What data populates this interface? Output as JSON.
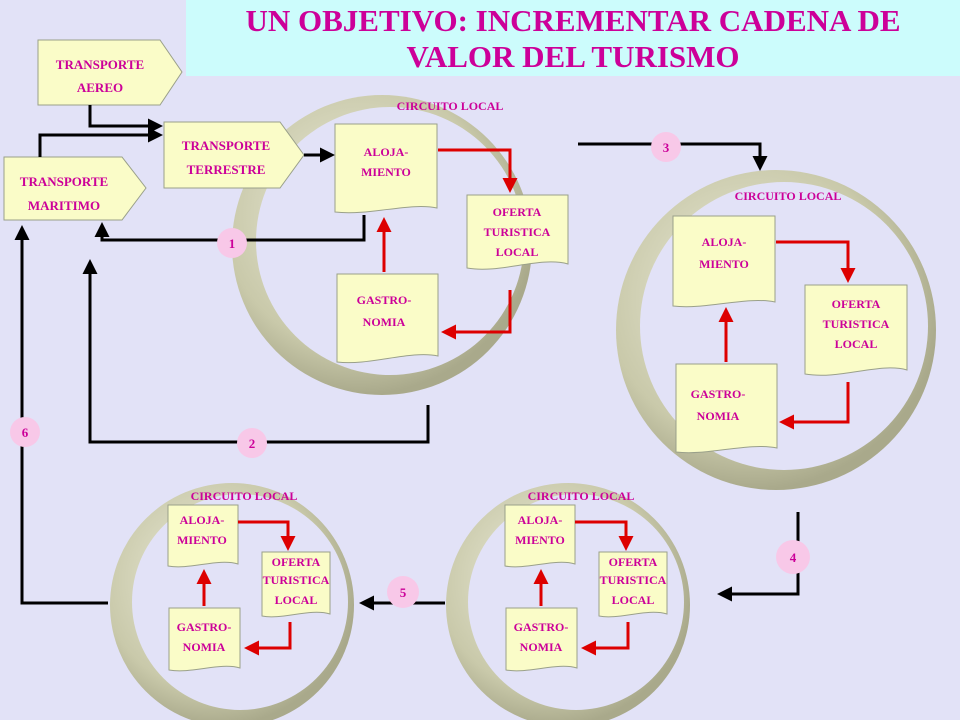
{
  "title": {
    "line1": "UN OBJETIVO: INCREMENTAR CADENA DE",
    "line2": "VALOR DEL TURISMO"
  },
  "transport": {
    "aereo": [
      "TRANSPORTE",
      "AEREO"
    ],
    "terrestre": [
      "TRANSPORTE",
      "TERRESTRE"
    ],
    "maritimo": [
      "TRANSPORTE",
      "MARITIMO"
    ]
  },
  "circuits": [
    {
      "label": "CIRCUITO LOCAL",
      "aloj": [
        "ALOJA-",
        "MIENTO"
      ],
      "oferta": [
        "OFERTA",
        "TURISTICA",
        "LOCAL"
      ],
      "gastro": [
        "GASTRO-",
        "NOMIA"
      ]
    },
    {
      "label": "CIRCUITO LOCAL",
      "aloj": [
        "ALOJA-",
        "MIENTO"
      ],
      "oferta": [
        "OFERTA",
        "TURISTICA",
        "LOCAL"
      ],
      "gastro": [
        "GASTRO-",
        "NOMIA"
      ]
    },
    {
      "label": "CIRCUITO LOCAL",
      "aloj": [
        "ALOJA-",
        "MIENTO"
      ],
      "oferta": [
        "OFERTA",
        "TURISTICA",
        "LOCAL"
      ],
      "gastro": [
        "GASTRO-",
        "NOMIA"
      ]
    },
    {
      "label": "CIRCUITO LOCAL",
      "aloj": [
        "ALOJA-",
        "MIENTO"
      ],
      "oferta": [
        "OFERTA",
        "TURISTICA",
        "LOCAL"
      ],
      "gastro": [
        "GASTRO-",
        "NOMIA"
      ]
    }
  ],
  "steps": [
    "1",
    "2",
    "3",
    "4",
    "5",
    "6"
  ],
  "colors": {
    "title_text": "#cc0099",
    "title_bg": "#ccfcfc",
    "box_fill": "#fafcc8",
    "label": "#cc0099",
    "red_arrow": "#dd0000",
    "black_arrow": "#000000",
    "ring": "#c3c3a3",
    "step_fill": "#f8c8e8"
  }
}
